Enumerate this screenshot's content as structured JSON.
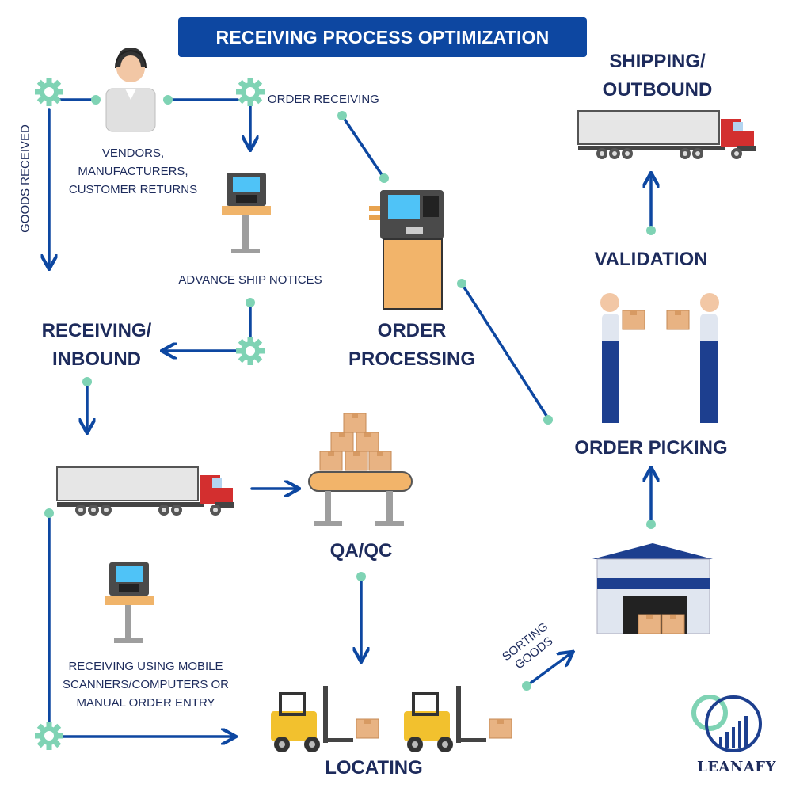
{
  "header": {
    "title": "RECEIVING PROCESS OPTIMIZATION"
  },
  "nodes": {
    "shipping": {
      "line1": "SHIPPING/",
      "line2": "OUTBOUND"
    },
    "validation": "VALIDATION",
    "order_picking": "ORDER PICKING",
    "order_processing": {
      "line1": "ORDER",
      "line2": "PROCESSING"
    },
    "receiving": {
      "line1": "RECEIVING/",
      "line2": "INBOUND"
    },
    "qaqc": "QA/QC",
    "locating": "LOCATING"
  },
  "labels": {
    "vendors": [
      "VENDORS,",
      "MANUFACTURERS,",
      "CUSTOMER RETURNS"
    ],
    "order_receiving": "ORDER RECEIVING",
    "goods_received": "GOODS RECEIVED",
    "advance_ship": "ADVANCE SHIP NOTICES",
    "mobile": [
      "RECEIVING USING MOBILE",
      "SCANNERS/COMPUTERS OR",
      "MANUAL ORDER ENTRY"
    ],
    "sorting": [
      "SORTING",
      "GOODS"
    ]
  },
  "brand": {
    "name": "LEANAFY"
  },
  "colors": {
    "arrow": "#0d47a1",
    "node_dot": "#7fd3b4",
    "gear": "#7fd3b4",
    "text": "#1d2b5c",
    "truck_cab": "#d32f2f",
    "box": "#e8b383",
    "forklift": "#f2c12e"
  }
}
